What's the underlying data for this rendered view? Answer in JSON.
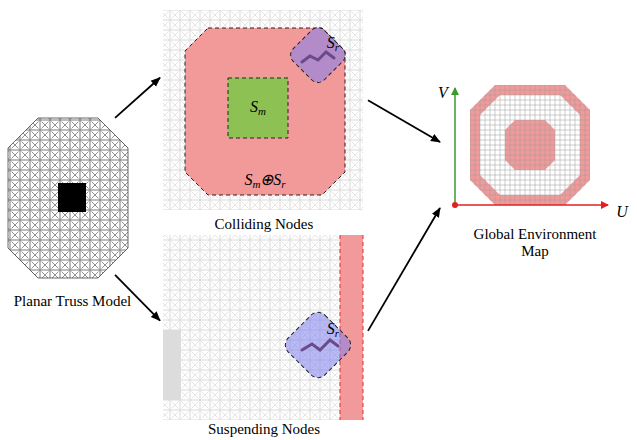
{
  "diagram": {
    "nodes": [
      {
        "text": [
          "Planar Truss Model"
        ]
      },
      {
        "text": [
          "Colliding Nodes"
        ]
      },
      {
        "text": [
          "Suspending Nodes"
        ]
      },
      {
        "text": [
          "Global Environment Map"
        ]
      }
    ],
    "edges": [
      {
        "from": 0,
        "to": 1,
        "arrow": "to"
      },
      {
        "from": 0,
        "to": 2,
        "arrow": "to"
      },
      {
        "from": 1,
        "to": 3,
        "arrow": "to"
      },
      {
        "from": 2,
        "to": 3,
        "arrow": "to"
      }
    ],
    "labels": [
      "Sm",
      "Sr",
      "Sm⊕Sr",
      "Sr",
      "V",
      "U"
    ]
  }
}
